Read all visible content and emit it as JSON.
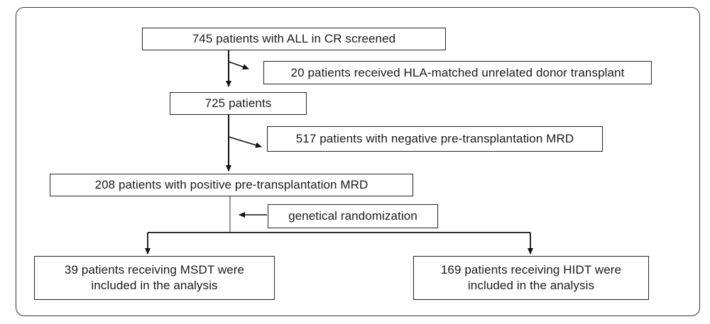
{
  "flowchart": {
    "screened": "745 patients with ALL in CR screened",
    "excluded_unrelated": "20 patients received HLA-matched unrelated donor transplant",
    "remaining": "725 patients",
    "excluded_negative_mrd": "517 patients with negative pre-transplantation MRD",
    "positive_mrd": "208 patients with positive pre-transplantation MRD",
    "randomization": "genetical randomization",
    "msdt_line1": "39 patients receiving MSDT were",
    "msdt_line2": "included in the analysis",
    "hidt_line1": "169 patients receiving HIDT were",
    "hidt_line2": "included in the analysis"
  }
}
